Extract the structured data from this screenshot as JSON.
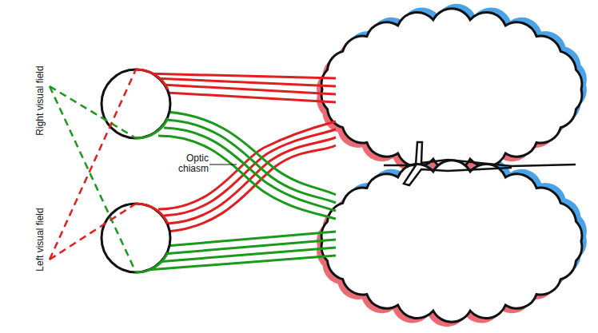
{
  "diagram": {
    "labels": [
      "Right visual field",
      "Left visual field",
      "Optic chiasm"
    ]
  }
}
